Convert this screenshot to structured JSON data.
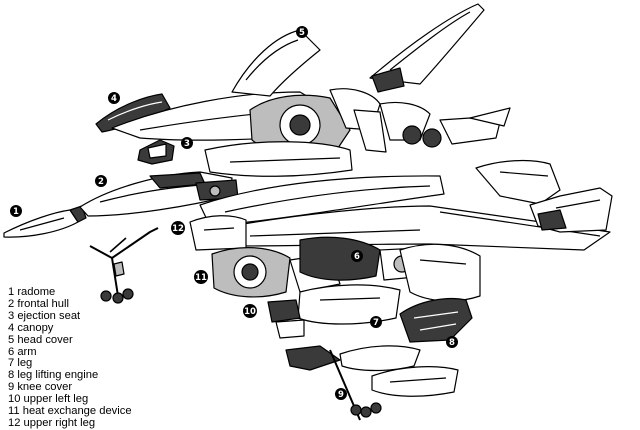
{
  "legend": {
    "items": [
      "1 radome",
      "2 frontal hull",
      "3 ejection seat",
      "4 canopy",
      "5 head cover",
      "6 arm",
      "7 leg",
      "8 leg lifting engine",
      "9 knee cover",
      "10 upper left leg",
      "11 heat exchange device",
      "12 upper right leg"
    ]
  },
  "markers": [
    "1",
    "2",
    "3",
    "4",
    "5",
    "6",
    "7",
    "8",
    "9",
    "10",
    "11",
    "12"
  ],
  "colors": {
    "ink": "#000000",
    "paper": "#ffffff",
    "shade": "#bdbdbd",
    "dark": "#3a3a3a"
  }
}
